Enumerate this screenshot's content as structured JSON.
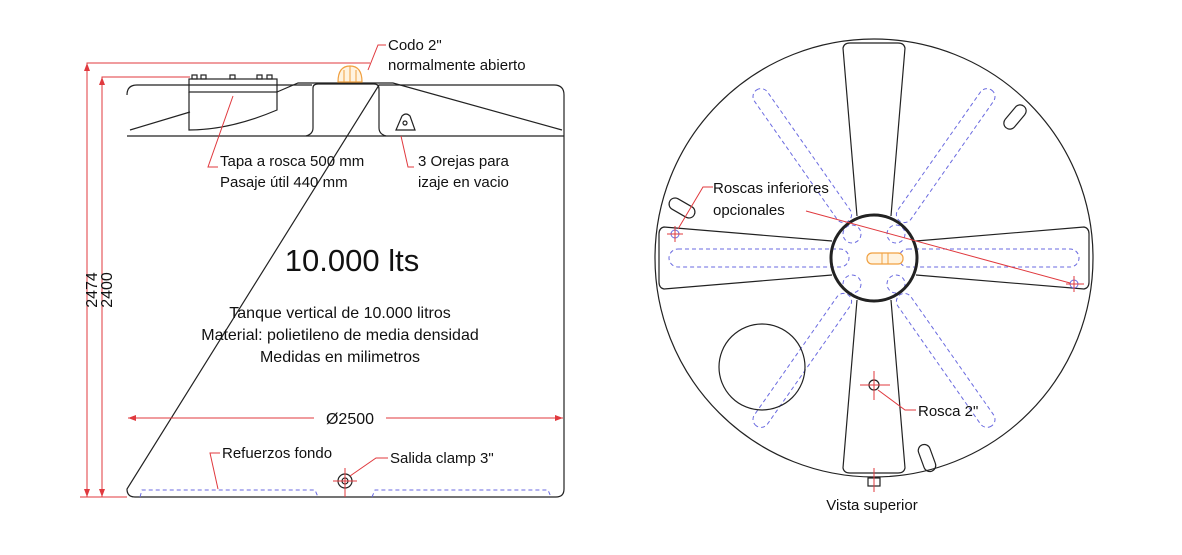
{
  "side_view": {
    "elbow_label": [
      "Codo 2\"",
      "normalmente abierto"
    ],
    "lid_label": [
      "Tapa a rosca 500 mm",
      "Pasaje útil 440 mm"
    ],
    "ears_label": [
      "3 Orejas para",
      "izaje en vacio"
    ],
    "capacity": "10.000 lts",
    "description": [
      "Tanque vertical de 10.000 litros",
      "Material: polietileno de media densidad",
      "Medidas en milimetros"
    ],
    "diameter": "Ø2500",
    "reinforcement_label": "Refuerzos fondo",
    "outlet_label": "Salida clamp 3\"",
    "height_total": "2474",
    "height_body": "2400"
  },
  "top_view": {
    "threads_label": [
      "Roscas inferiores",
      "opcionales"
    ],
    "thread_label": "Rosca 2\"",
    "caption": "Vista superior"
  },
  "colors": {
    "dimension": "#e0393e",
    "hidden": "#6a6ae0",
    "fitting": "#f0a040",
    "outline": "#222222"
  }
}
